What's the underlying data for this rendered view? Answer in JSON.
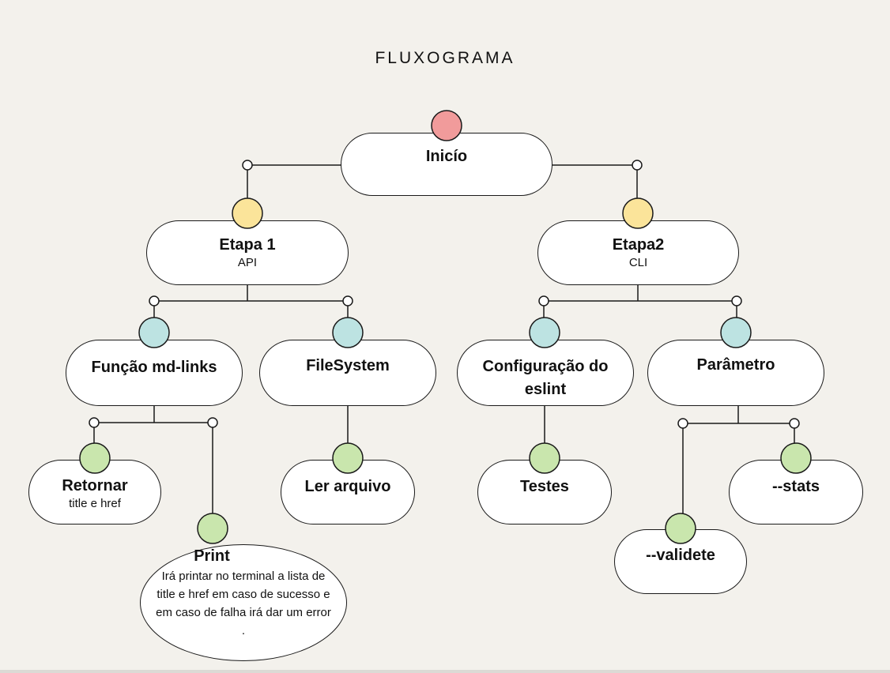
{
  "title": "FLUXOGRAMA",
  "colors": {
    "background": "#f3f1ec",
    "dot_start": "#f19b9b",
    "dot_stage": "#fbe49a",
    "dot_branch": "#bde3e2",
    "dot_leaf": "#c9e6ad"
  },
  "nodes": {
    "inicio": {
      "label": "Inicío"
    },
    "etapa1": {
      "label": "Etapa 1",
      "sub": "API"
    },
    "etapa2": {
      "label": "Etapa2",
      "sub": "CLI"
    },
    "funcao": {
      "label": "Função md-links"
    },
    "filesystem": {
      "label": "FileSystem"
    },
    "eslint": {
      "label": "Configuração do eslint"
    },
    "parametro": {
      "label": "Parâmetro"
    },
    "retornar": {
      "label": "Retornar",
      "sub": "title e href"
    },
    "print": {
      "label": "Print",
      "sub": "Irá printar no terminal a lista de title e href em caso de sucesso e em caso de falha irá dar um error ."
    },
    "ler": {
      "label": "Ler arquivo"
    },
    "testes": {
      "label": "Testes"
    },
    "validete": {
      "label": "--validete"
    },
    "stats": {
      "label": "--stats"
    }
  }
}
